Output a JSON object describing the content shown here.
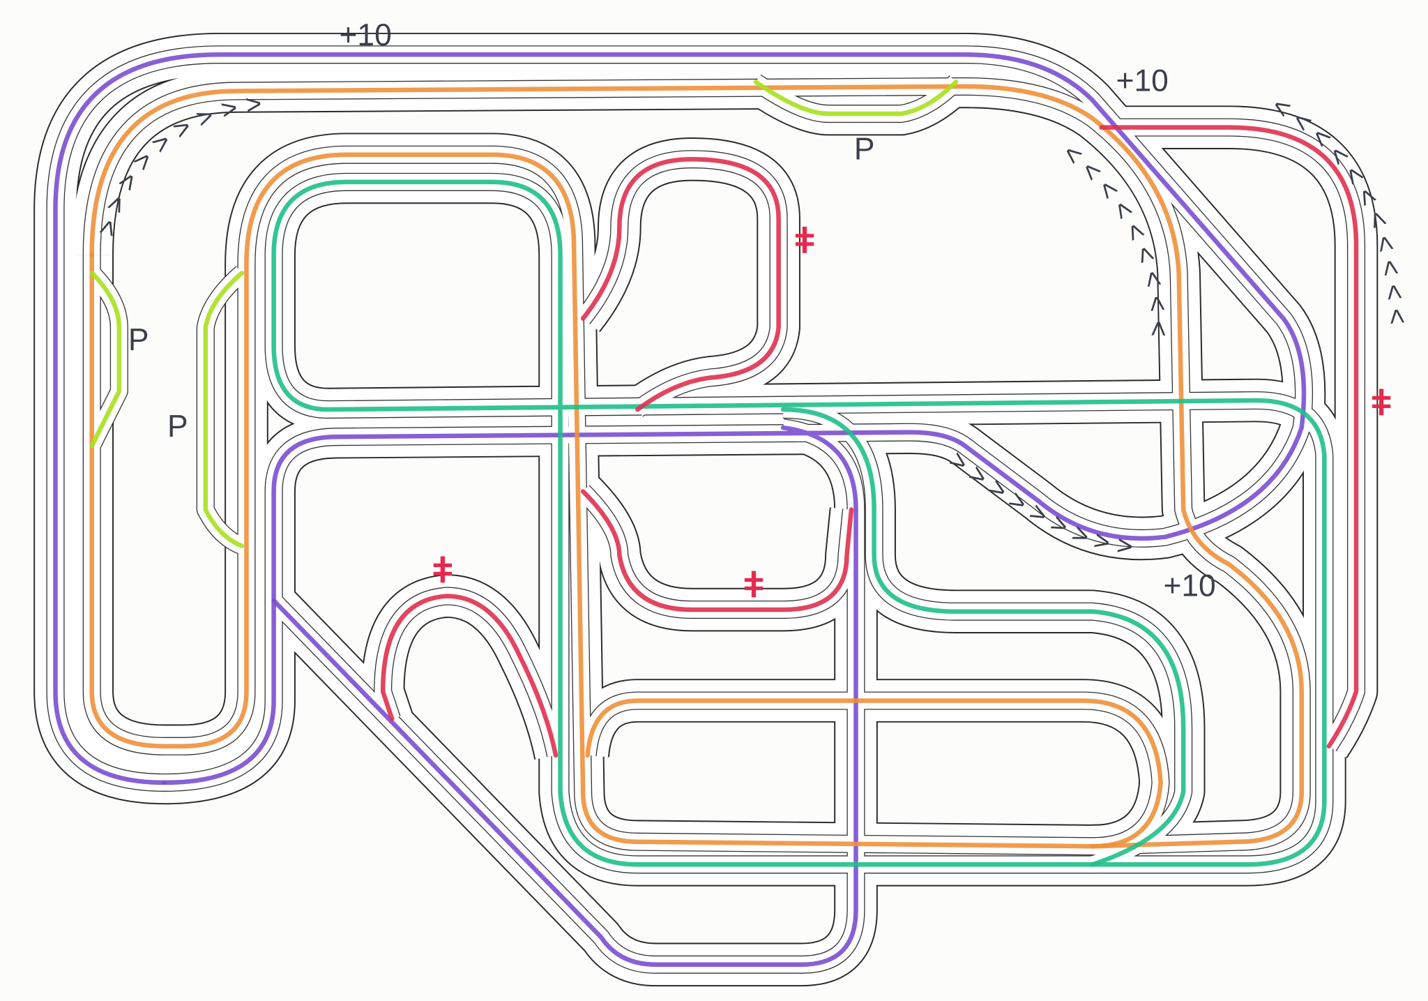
{
  "colors": {
    "background": "#fcfcfb",
    "purple": "#7b4fd0",
    "orange": "#f0903a",
    "green": "#1fbf8a",
    "red": "#e0304f",
    "lime": "#a8e020",
    "ink": "#3a3f4a",
    "hash": "#e8294f"
  },
  "labels": {
    "bonus_top": "+10",
    "bonus_right": "+10",
    "bonus_middle": "+10",
    "pit_left_outer": "P",
    "pit_left_inner": "P",
    "pit_top": "P"
  },
  "hash_marks": [
    "ǂ",
    "ǂ",
    "ǂ",
    "ǂ"
  ],
  "chevrons": {
    "top_left_arc": ">>>>>>>>>",
    "right_inner": "<<<<<<<<<",
    "right_outer": "<<<<<<<<<<<",
    "middle_diagonal": ">>>>>>>>>"
  }
}
